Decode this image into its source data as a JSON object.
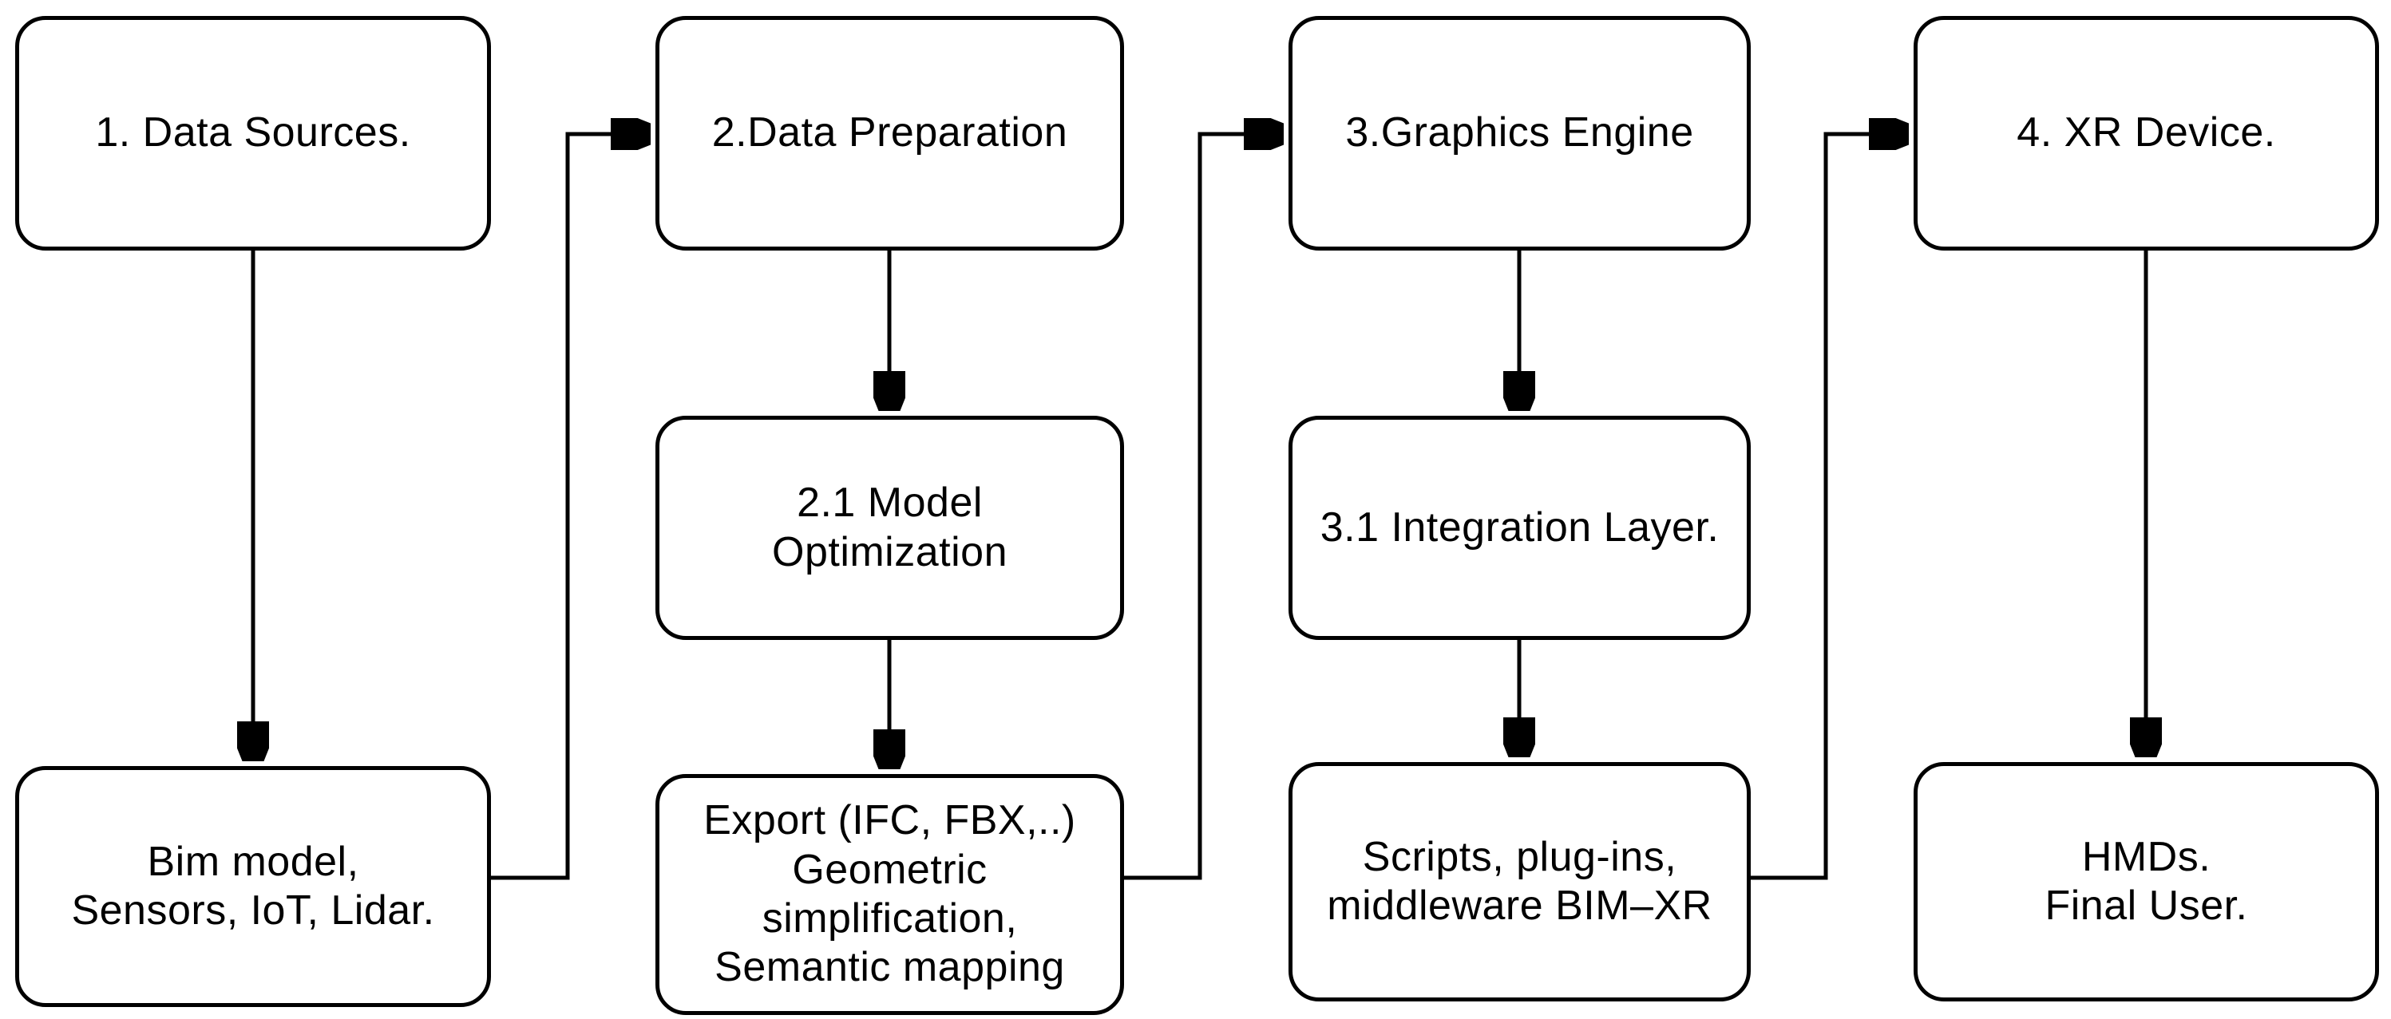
{
  "colors": {
    "stroke": "#000000",
    "background": "#ffffff",
    "box_fill": "#ffffff"
  },
  "nodes": {
    "data_sources": {
      "label": "1. Data Sources."
    },
    "data_preparation": {
      "label": "2.Data Preparation"
    },
    "graphics_engine": {
      "label": "3.Graphics Engine"
    },
    "xr_device": {
      "label": "4. XR Device."
    },
    "model_optimization": {
      "label": "2.1 Model\nOptimization"
    },
    "integration_layer": {
      "label": "3.1 Integration Layer."
    },
    "sources_detail": {
      "label": "Bim model,\nSensors, IoT, Lidar."
    },
    "preparation_detail": {
      "label": "Export (IFC, FBX,..)\nGeometric\nsimplification,\nSemantic mapping"
    },
    "engine_detail": {
      "label": "Scripts, plug-ins,\nmiddleware BIM–XR"
    },
    "device_detail": {
      "label": "HMDs.\nFinal User."
    }
  },
  "edges": [
    {
      "from": "data_sources",
      "to": "sources_detail",
      "type": "down-arrow"
    },
    {
      "from": "data_preparation",
      "to": "model_optimization",
      "type": "down-arrow"
    },
    {
      "from": "model_optimization",
      "to": "preparation_detail",
      "type": "down-arrow"
    },
    {
      "from": "graphics_engine",
      "to": "integration_layer",
      "type": "down-arrow"
    },
    {
      "from": "integration_layer",
      "to": "engine_detail",
      "type": "down-arrow"
    },
    {
      "from": "xr_device",
      "to": "device_detail",
      "type": "down-arrow"
    },
    {
      "from": "sources_detail",
      "to": "data_preparation",
      "type": "elbow-right-up-right-arrow"
    },
    {
      "from": "preparation_detail",
      "to": "graphics_engine",
      "type": "elbow-right-up-right-arrow"
    },
    {
      "from": "engine_detail",
      "to": "xr_device",
      "type": "elbow-right-up-right-arrow"
    }
  ]
}
